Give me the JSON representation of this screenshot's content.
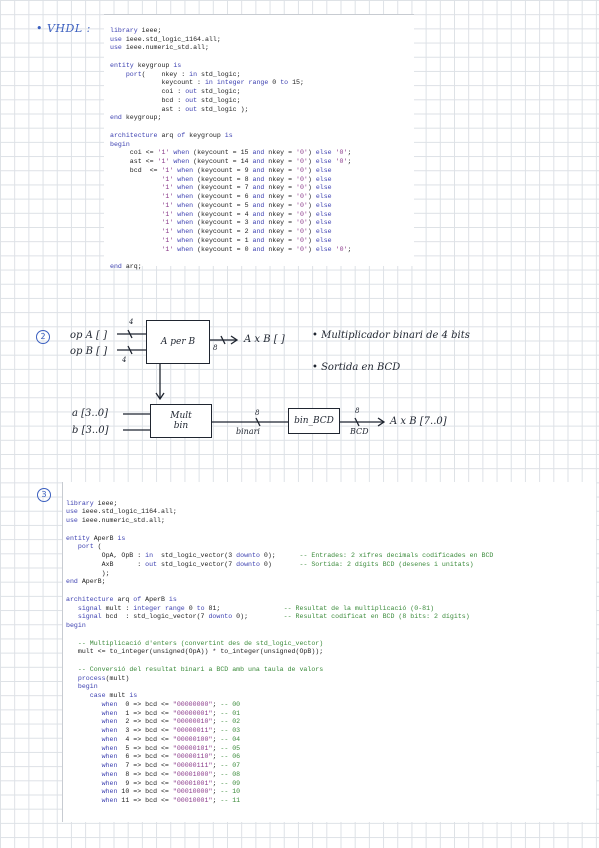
{
  "section1": {
    "heading": "• VHDL :",
    "code_lines": [
      "library ieee;",
      "use ieee.std_logic_1164.all;",
      "use ieee.numeric_std.all;",
      "",
      "entity keygroup is",
      "    port(    nkey : in std_logic;",
      "             keycount : in integer range 0 to 15;",
      "             coi : out std_logic;",
      "             bcd : out std_logic;",
      "             ast : out std_logic );",
      "end keygroup;",
      "",
      "architecture arq of keygroup is",
      "begin",
      "     coi <= '1' when (keycount = 15 and nkey = '0') else '0';",
      "     ast <= '1' when (keycount = 14 and nkey = '0') else '0';",
      "     bcd  <= '1' when (keycount = 9 and nkey = '0') else",
      "             '1' when (keycount = 8 and nkey = '0') else",
      "             '1' when (keycount = 7 and nkey = '0') else",
      "             '1' when (keycount = 6 and nkey = '0') else",
      "             '1' when (keycount = 5 and nkey = '0') else",
      "             '1' when (keycount = 4 and nkey = '0') else",
      "             '1' when (keycount = 3 and nkey = '0') else",
      "             '1' when (keycount = 2 and nkey = '0') else",
      "             '1' when (keycount = 1 and nkey = '0') else",
      "             '1' when (keycount = 0 and nkey = '0') else '0';",
      "",
      "end arq;"
    ]
  },
  "section2": {
    "number": "2",
    "input_a": "op A [ ]",
    "input_b": "op B [ ]",
    "width_a": "4",
    "width_b": "4",
    "block_label": "A per B",
    "output_label": "A x B [ ]",
    "output_width": "8",
    "note1": "• Multiplicador binari de 4 bits",
    "note2": "• Sortida en BCD",
    "in_a2": "a [3..0]",
    "in_b2": "b [3..0]",
    "mult_block": "Mult\nbin",
    "mid_width": "8",
    "mid_label": "binari",
    "bcd_block": "bin_BCD",
    "out_width": "8",
    "out_sub": "BCD",
    "out_label": "A x B [7..0]"
  },
  "section3": {
    "number": "3",
    "code_lines": [
      "library ieee;",
      "use ieee.std_logic_1164.all;",
      "use ieee.numeric_std.all;",
      "",
      "entity AperB is",
      "   port (",
      "         OpA, OpB : in  std_logic_vector(3 downto 0);      -- Entrades: 2 xifres decimals codificades en BCD",
      "         AxB      : out std_logic_vector(7 downto 0)       -- Sortida: 2 dígits BCD (desenes i unitats)",
      "         );",
      "end AperB;",
      "",
      "architecture arq of AperB is",
      "   signal mult : integer range 0 to 81;                -- Resultat de la multiplicació (0-81)",
      "   signal bcd  : std_logic_vector(7 downto 0);         -- Resultat codificat en BCD (8 bits: 2 dígits)",
      "begin",
      "",
      "   -- Multiplicació d'enters (convertint des de std_logic_vector)",
      "   mult <= to_integer(unsigned(OpA)) * to_integer(unsigned(OpB));",
      "",
      "   -- Conversió del resultat binari a BCD amb una taula de valors",
      "   process(mult)",
      "   begin",
      "      case mult is",
      "         when  0 => bcd <= \"00000000\"; -- 00",
      "         when  1 => bcd <= \"00000001\"; -- 01",
      "         when  2 => bcd <= \"00000010\"; -- 02",
      "         when  3 => bcd <= \"00000011\"; -- 03",
      "         when  4 => bcd <= \"00000100\"; -- 04",
      "         when  5 => bcd <= \"00000101\"; -- 05",
      "         when  6 => bcd <= \"00000110\"; -- 06",
      "         when  7 => bcd <= \"00000111\"; -- 07",
      "         when  8 => bcd <= \"00001000\"; -- 08",
      "         when  9 => bcd <= \"00001001\"; -- 09",
      "         when 10 => bcd <= \"00010000\"; -- 10",
      "         when 11 => bcd <= \"00010001\"; -- 11"
    ]
  }
}
